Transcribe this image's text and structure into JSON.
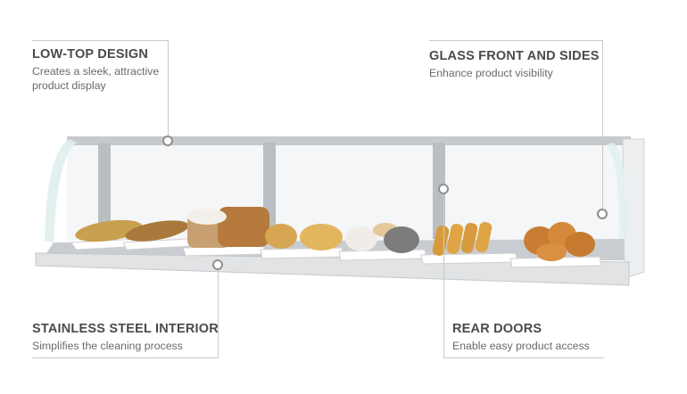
{
  "callouts": {
    "low_top": {
      "title": "LOW-TOP DESIGN",
      "desc_line1": "Creates a sleek, attractive",
      "desc_line2": "product display"
    },
    "glass": {
      "title": "GLASS FRONT AND SIDES",
      "desc_line1": "Enhance product visibility"
    },
    "steel": {
      "title": "STAINLESS STEEL INTERIOR",
      "desc_line1": "Simplifies the cleaning process"
    },
    "rear": {
      "title": "REAR DOORS",
      "desc_line1": "Enable easy product access"
    }
  },
  "colors": {
    "frame": "#c8ccd0",
    "shelf": "#d6d9dc",
    "glass": "#e9f3f4",
    "leader": "#c9c9c9"
  }
}
